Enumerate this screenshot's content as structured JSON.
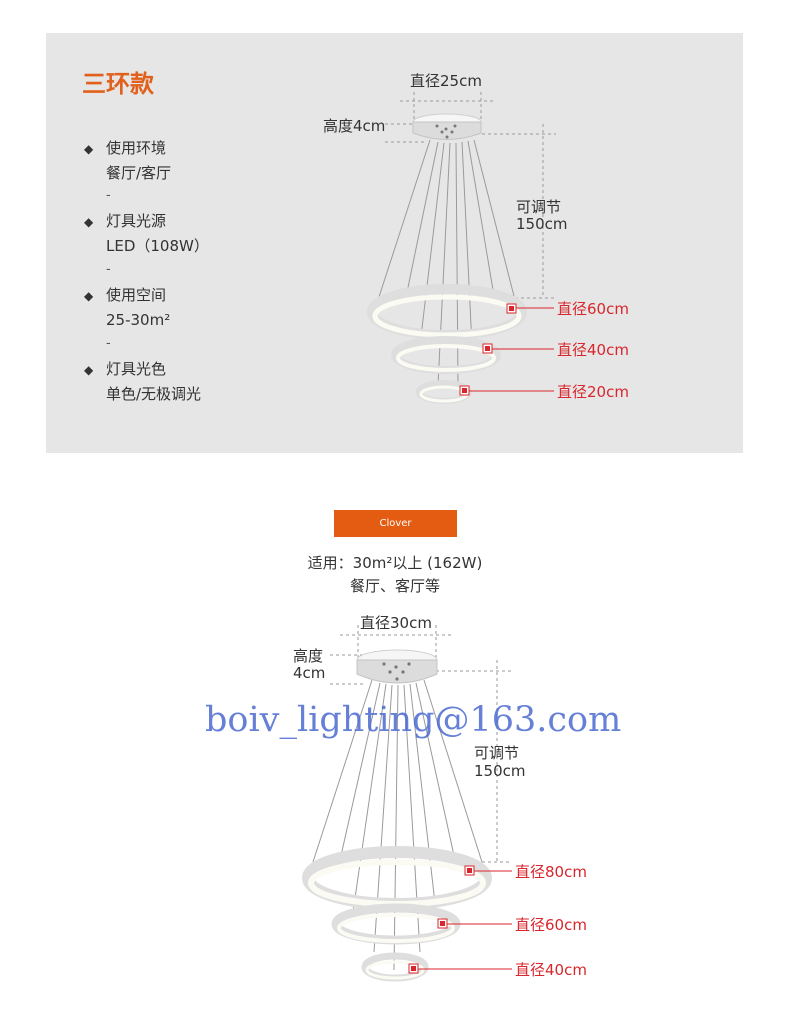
{
  "section1": {
    "title": "三环款",
    "specs": [
      {
        "label": "使用环境",
        "value": "餐厅/客厅"
      },
      {
        "label": "灯具光源",
        "value": "LED（108W）"
      },
      {
        "label": "使用空间",
        "value": "25-30m²"
      },
      {
        "label": "灯具光色",
        "value": "单色/无极调光"
      }
    ],
    "separator": "-",
    "dims": {
      "diameter_top": "直径25cm",
      "height": "高度4cm",
      "adjustable_1": "可调节",
      "adjustable_2": "150cm",
      "ring1": "直径60cm",
      "ring2": "直径40cm",
      "ring3": "直径20cm"
    }
  },
  "section2": {
    "button_label": "Clover",
    "applicable_line1": "适用：30m²以上 (162W)",
    "applicable_line2": "餐厅、客厅等",
    "dims": {
      "diameter_top": "直径30cm",
      "height_1": "高度",
      "height_2": "4cm",
      "adjustable_1": "可调节",
      "adjustable_2": "150cm",
      "ring1": "直径80cm",
      "ring2": "直径60cm",
      "ring3": "直径40cm"
    },
    "watermark": "boiv_lighting@163.com"
  },
  "colors": {
    "accent": "#e1601c",
    "button": "#e35c12",
    "dimension_red": "#d9262c",
    "panel_bg": "#e6e6e6",
    "watermark": "#4b6bd0"
  }
}
